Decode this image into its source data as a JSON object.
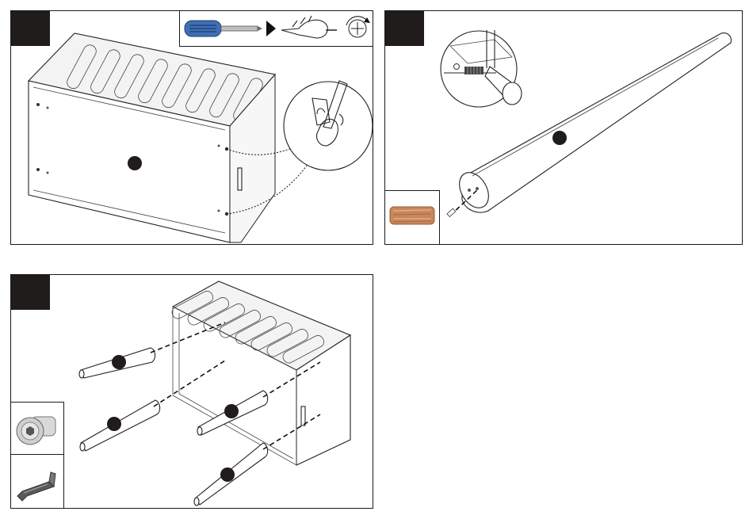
{
  "steps": [
    {
      "id": "step-1",
      "number": ""
    },
    {
      "id": "step-2",
      "number": ""
    },
    {
      "id": "step-3",
      "number": ""
    }
  ],
  "tools": {
    "screwdriver": "screwdriver-icon",
    "hand_turning": "hand-rotate-icon",
    "rotation": "clockwise-rotation-icon",
    "allen_key": "allen-key-icon",
    "connector_bolt": "connector-bolt-icon",
    "wood_dowel": "wood-dowel-icon"
  },
  "colors": {
    "step_tab": "#1f1c1b",
    "screwdriver_handle": "#3f6fb5",
    "dowel": "#c8865a"
  }
}
